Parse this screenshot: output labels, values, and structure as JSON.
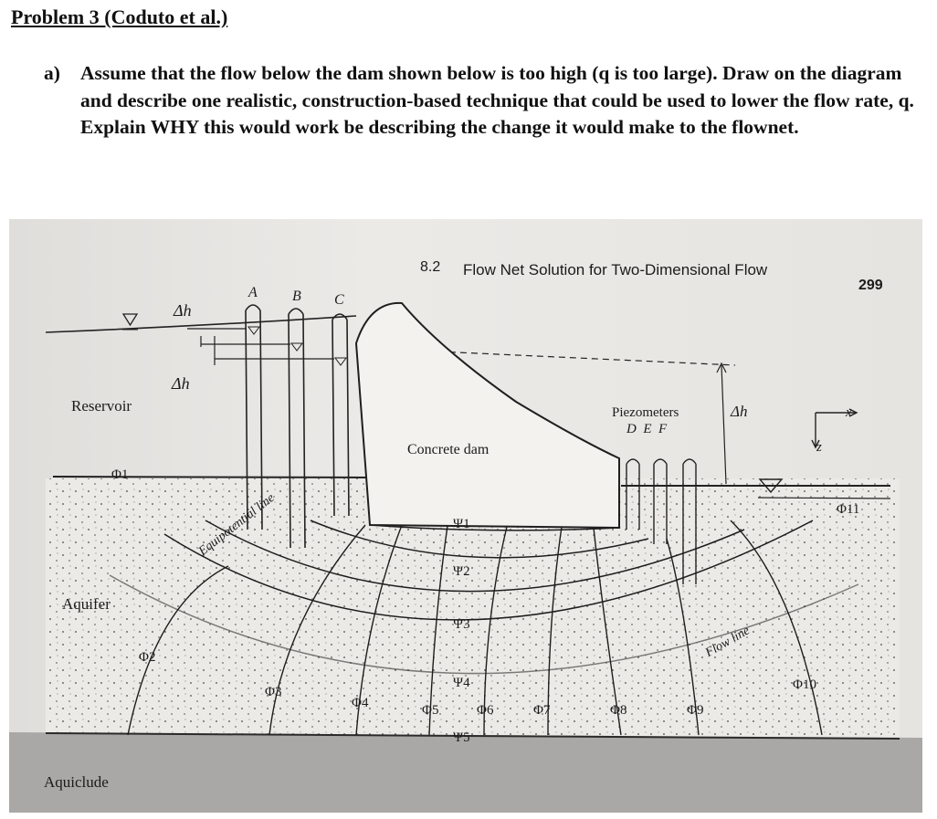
{
  "problem": {
    "heading": "Problem 3 (Coduto et al.)",
    "part_label": "a)",
    "question": "Assume that the flow below the dam shown below is too high (q is too large).  Draw on the diagram and describe one realistic, construction-based technique that could be used to lower the flow rate, q.  Explain WHY this would work be describing the change it would make to the flownet."
  },
  "figure": {
    "section_number": "8.2",
    "section_title": "Flow Net Solution for Two-Dimensional Flow",
    "page_number": "299",
    "labels": {
      "delta_h_top": "Δh",
      "delta_h_mid": "Δh",
      "delta_h_right": "Δh",
      "piezo_A": "A",
      "piezo_B": "B",
      "piezo_C": "C",
      "reservoir": "Reservoir",
      "concrete_dam": "Concrete dam",
      "piezometers": "Piezometers",
      "piezo_def": "D  E  F",
      "axis_x": "x",
      "axis_z": "z",
      "aquifer": "Aquifer",
      "aquiclude": "Aquiclude",
      "equipotential_line": "Equipotential line",
      "flow_line": "Flow line"
    },
    "phi_labels": [
      "Φ1",
      "Φ2",
      "Φ3",
      "Φ4",
      "Φ5",
      "Φ6",
      "Φ7",
      "Φ8",
      "Φ9",
      "Φ10",
      "Φ11"
    ],
    "psi_labels": [
      "Ψ1",
      "Ψ2",
      "Ψ3",
      "Ψ4",
      "Ψ5"
    ]
  }
}
